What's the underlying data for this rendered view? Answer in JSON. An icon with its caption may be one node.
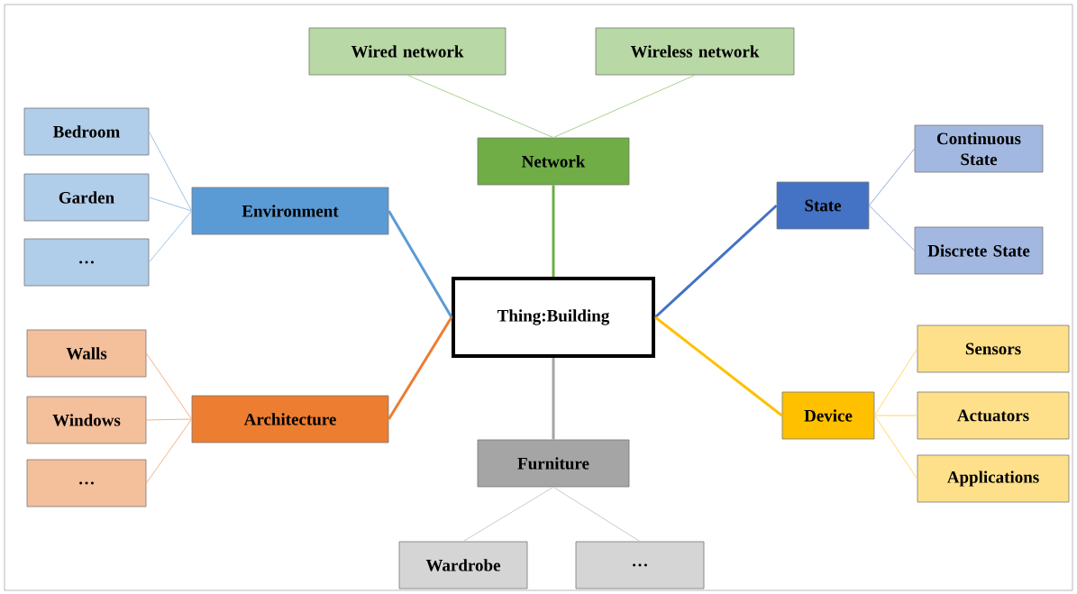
{
  "diagram": {
    "nodes": [
      {
        "text": [
          "Thing:Building"
        ]
      },
      {
        "text": [
          "Network"
        ]
      },
      {
        "text": [
          "Wired network"
        ]
      },
      {
        "text": [
          "Wireless network"
        ]
      },
      {
        "text": [
          "Environment"
        ]
      },
      {
        "text": [
          "Bedroom"
        ]
      },
      {
        "text": [
          "Garden"
        ]
      },
      {
        "text": [
          "…"
        ]
      },
      {
        "text": [
          "Architecture"
        ]
      },
      {
        "text": [
          "Walls"
        ]
      },
      {
        "text": [
          "Windows"
        ]
      },
      {
        "text": [
          "…"
        ]
      },
      {
        "text": [
          "State"
        ]
      },
      {
        "text": [
          "Continuous State"
        ]
      },
      {
        "text": [
          "Discrete State"
        ]
      },
      {
        "text": [
          "Device"
        ]
      },
      {
        "text": [
          "Sensors"
        ]
      },
      {
        "text": [
          "Actuators"
        ]
      },
      {
        "text": [
          "Applications"
        ]
      },
      {
        "text": [
          "Furniture"
        ]
      },
      {
        "text": [
          "Wardrobe"
        ]
      },
      {
        "text": [
          "…"
        ]
      }
    ],
    "edges": [
      {
        "from": 0,
        "to": 1,
        "arrow": "none",
        "style": "thick",
        "color": "#70ad47"
      },
      {
        "from": 1,
        "to": 2,
        "arrow": "none",
        "color": "#a9d18e"
      },
      {
        "from": 1,
        "to": 3,
        "arrow": "none",
        "color": "#a9d18e"
      },
      {
        "from": 0,
        "to": 4,
        "arrow": "none",
        "style": "thick",
        "color": "#5b9bd5"
      },
      {
        "from": 4,
        "to": 5,
        "arrow": "none",
        "color": "#9dc3e6"
      },
      {
        "from": 4,
        "to": 6,
        "arrow": "none",
        "color": "#9dc3e6"
      },
      {
        "from": 4,
        "to": 7,
        "arrow": "none",
        "color": "#9dc3e6"
      },
      {
        "from": 0,
        "to": 8,
        "arrow": "none",
        "style": "thick",
        "color": "#ed7d31"
      },
      {
        "from": 8,
        "to": 9,
        "arrow": "none",
        "color": "#f4b183"
      },
      {
        "from": 8,
        "to": 10,
        "arrow": "none",
        "color": "#f4b183"
      },
      {
        "from": 8,
        "to": 11,
        "arrow": "none",
        "color": "#f4b183"
      },
      {
        "from": 0,
        "to": 12,
        "arrow": "none",
        "style": "thick",
        "color": "#4472c4"
      },
      {
        "from": 12,
        "to": 13,
        "arrow": "none",
        "color": "#8faadc"
      },
      {
        "from": 12,
        "to": 14,
        "arrow": "none",
        "color": "#8faadc"
      },
      {
        "from": 0,
        "to": 15,
        "arrow": "none",
        "style": "thick",
        "color": "#ffc000"
      },
      {
        "from": 15,
        "to": 16,
        "arrow": "none",
        "color": "#ffd966"
      },
      {
        "from": 15,
        "to": 17,
        "arrow": "none",
        "color": "#ffd966"
      },
      {
        "from": 15,
        "to": 18,
        "arrow": "none",
        "color": "#ffd966"
      },
      {
        "from": 0,
        "to": 19,
        "arrow": "none",
        "style": "thick",
        "color": "#a5a5a5"
      },
      {
        "from": 19,
        "to": 20,
        "arrow": "none",
        "color": "#c9c9c9"
      },
      {
        "from": 19,
        "to": 21,
        "arrow": "none",
        "color": "#c9c9c9"
      }
    ]
  }
}
